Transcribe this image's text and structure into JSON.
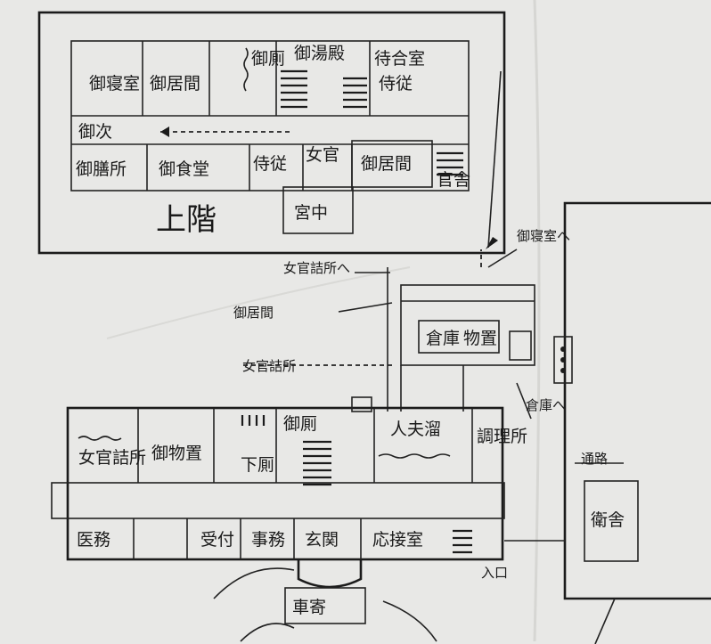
{
  "upper_floor": {
    "rooms": {
      "r1": "御寝室",
      "r2": "御居間",
      "r3": "御厠",
      "r4": "御湯殿",
      "r5": "御次",
      "r6": "御膳所",
      "r7": "御食堂",
      "r8": "侍従",
      "r9": "女官",
      "r10": "御居間",
      "r11": "侍従",
      "r12": "宮中",
      "r13": "待合室",
      "r14": "官舎"
    },
    "floor_label": "上階"
  },
  "annex": {
    "rooms": {
      "r1": "倉庫",
      "r2": "物置"
    }
  },
  "ground_floor": {
    "rooms": {
      "r1": "女官詰所",
      "r2": "御物置",
      "r3": "御厠",
      "r4": "下厠",
      "r5": "人夫溜",
      "r6": "調理所",
      "r7": "医務",
      "r8": "受付",
      "r9": "事務",
      "r10": "玄関",
      "r11": "応接室",
      "r12": "車寄",
      "r13": "衛舎"
    }
  },
  "annotations": {
    "a1": "女官詰所へ",
    "a2": "御居間",
    "a3": "女官詰所",
    "a4": "御寝室へ",
    "a5": "倉庫へ",
    "a6": "通路",
    "a7": "入口"
  },
  "colors": {
    "ink": "#1b1b1b",
    "paper": "#e9e9e7"
  }
}
